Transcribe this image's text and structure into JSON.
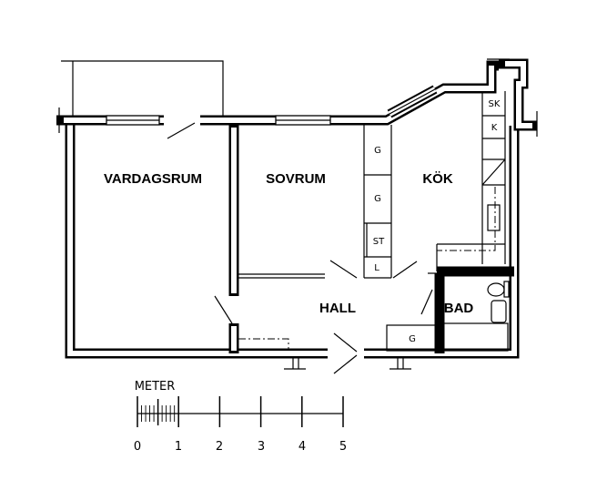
{
  "rooms": {
    "living_room": "VARDAGSRUM",
    "bedroom": "SOVRUM",
    "kitchen": "KÖK",
    "hall": "HALL",
    "bathroom": "BAD"
  },
  "fixtures": {
    "wardrobe_1": "G",
    "wardrobe_2": "G",
    "storage": "ST",
    "linen": "L",
    "freezer": "SK",
    "fridge": "K",
    "hall_wardrobe": "G"
  },
  "scale_bar": {
    "unit_label": "METER",
    "ticks": [
      "0",
      "1",
      "2",
      "3",
      "4",
      "5"
    ]
  }
}
